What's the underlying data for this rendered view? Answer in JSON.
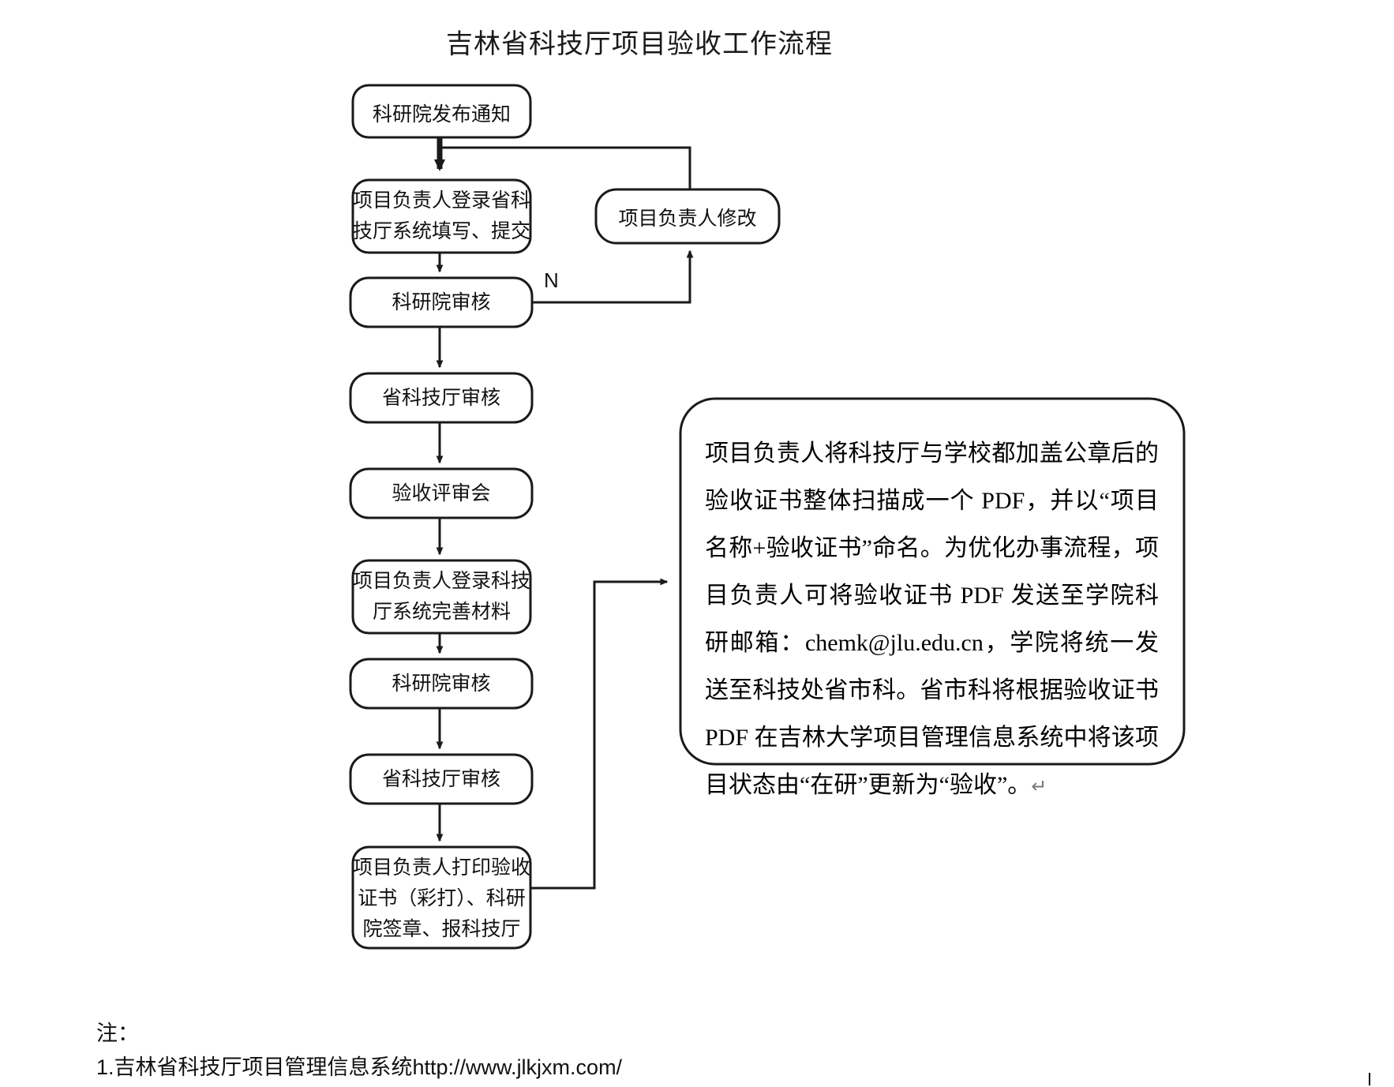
{
  "title": "吉林省科技厅项目验收工作流程",
  "flow": {
    "nodes": [
      {
        "id": "n1",
        "label": "科研院发布通知"
      },
      {
        "id": "n2",
        "label": "项目负责人登录省科\n技厅系统填写、提交"
      },
      {
        "id": "n3",
        "label": "科研院审核"
      },
      {
        "id": "n4",
        "label": "省科技厅审核"
      },
      {
        "id": "n5",
        "label": "验收评审会"
      },
      {
        "id": "n6",
        "label": "项目负责人登录科技\n厅系统完善材料"
      },
      {
        "id": "n7",
        "label": "科研院审核"
      },
      {
        "id": "n8",
        "label": "省科技厅审核"
      },
      {
        "id": "n9",
        "label": "项目负责人打印验收\n证书（彩打）、科研\n院签章、报科技厅"
      },
      {
        "id": "n10",
        "label": "项目负责人修改"
      }
    ],
    "edge_labels": [
      {
        "id": "e-reject",
        "label": "N"
      }
    ]
  },
  "note": {
    "text": "项目负责人将科技厅与学校都加盖公章后的验收证书整体扫描成一个 PDF，并以“项目名称+验收证书”命名。为优化办事流程，项目负责人可将验收证书 PDF 发送至学院科研邮箱：chemk@jlu.edu.cn，学院将统一发送至科技处省市科。省市科将根据验收证书 PDF 在吉林大学项目管理信息系统中将该项目状态由“在研”更新为“验收”。",
    "pilcrow": "↵"
  },
  "footnotes": {
    "heading": "注：",
    "items": [
      "1.吉林省科技厅项目管理信息系统http://www.jlkjxm.com/"
    ]
  },
  "colors": {
    "stroke": "#1a1a1a",
    "text": "#111111",
    "background": "#ffffff"
  }
}
